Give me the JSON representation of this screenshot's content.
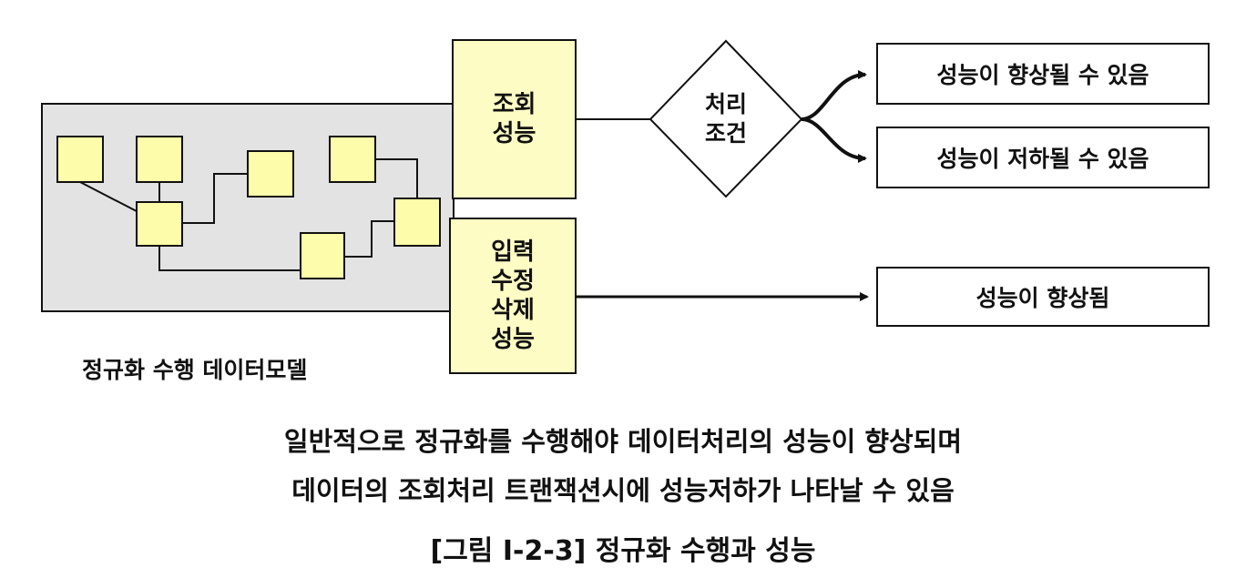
{
  "model_label": "정규화 수행 데이터모델",
  "query_box": {
    "line1": "조회",
    "line2": "성능"
  },
  "update_box": {
    "line1": "입력",
    "line2": "수정",
    "line3": "삭제",
    "line4": "성능"
  },
  "decision": {
    "line1": "처리",
    "line2": "조건"
  },
  "outcomes": {
    "improve_maybe": "성능이 향상될 수 있음",
    "degrade_maybe": "성능이 저하될 수 있음",
    "improve": "성능이 향상됨"
  },
  "caption": {
    "line1": "일반적으로 정규화를 수행해야 데이터처리의 성능이 향상되며",
    "line2": "데이터의 조회처리 트랜잭션시에 성능저하가 나타날 수 있음",
    "title": "[그림 Ⅰ-2-3] 정규화 수행과 성능"
  },
  "colors": {
    "panel_bg": "#e3e3e3",
    "entity_fill": "#fdfcaa",
    "box_fill": "#fdfcc4",
    "line": "#111111"
  }
}
